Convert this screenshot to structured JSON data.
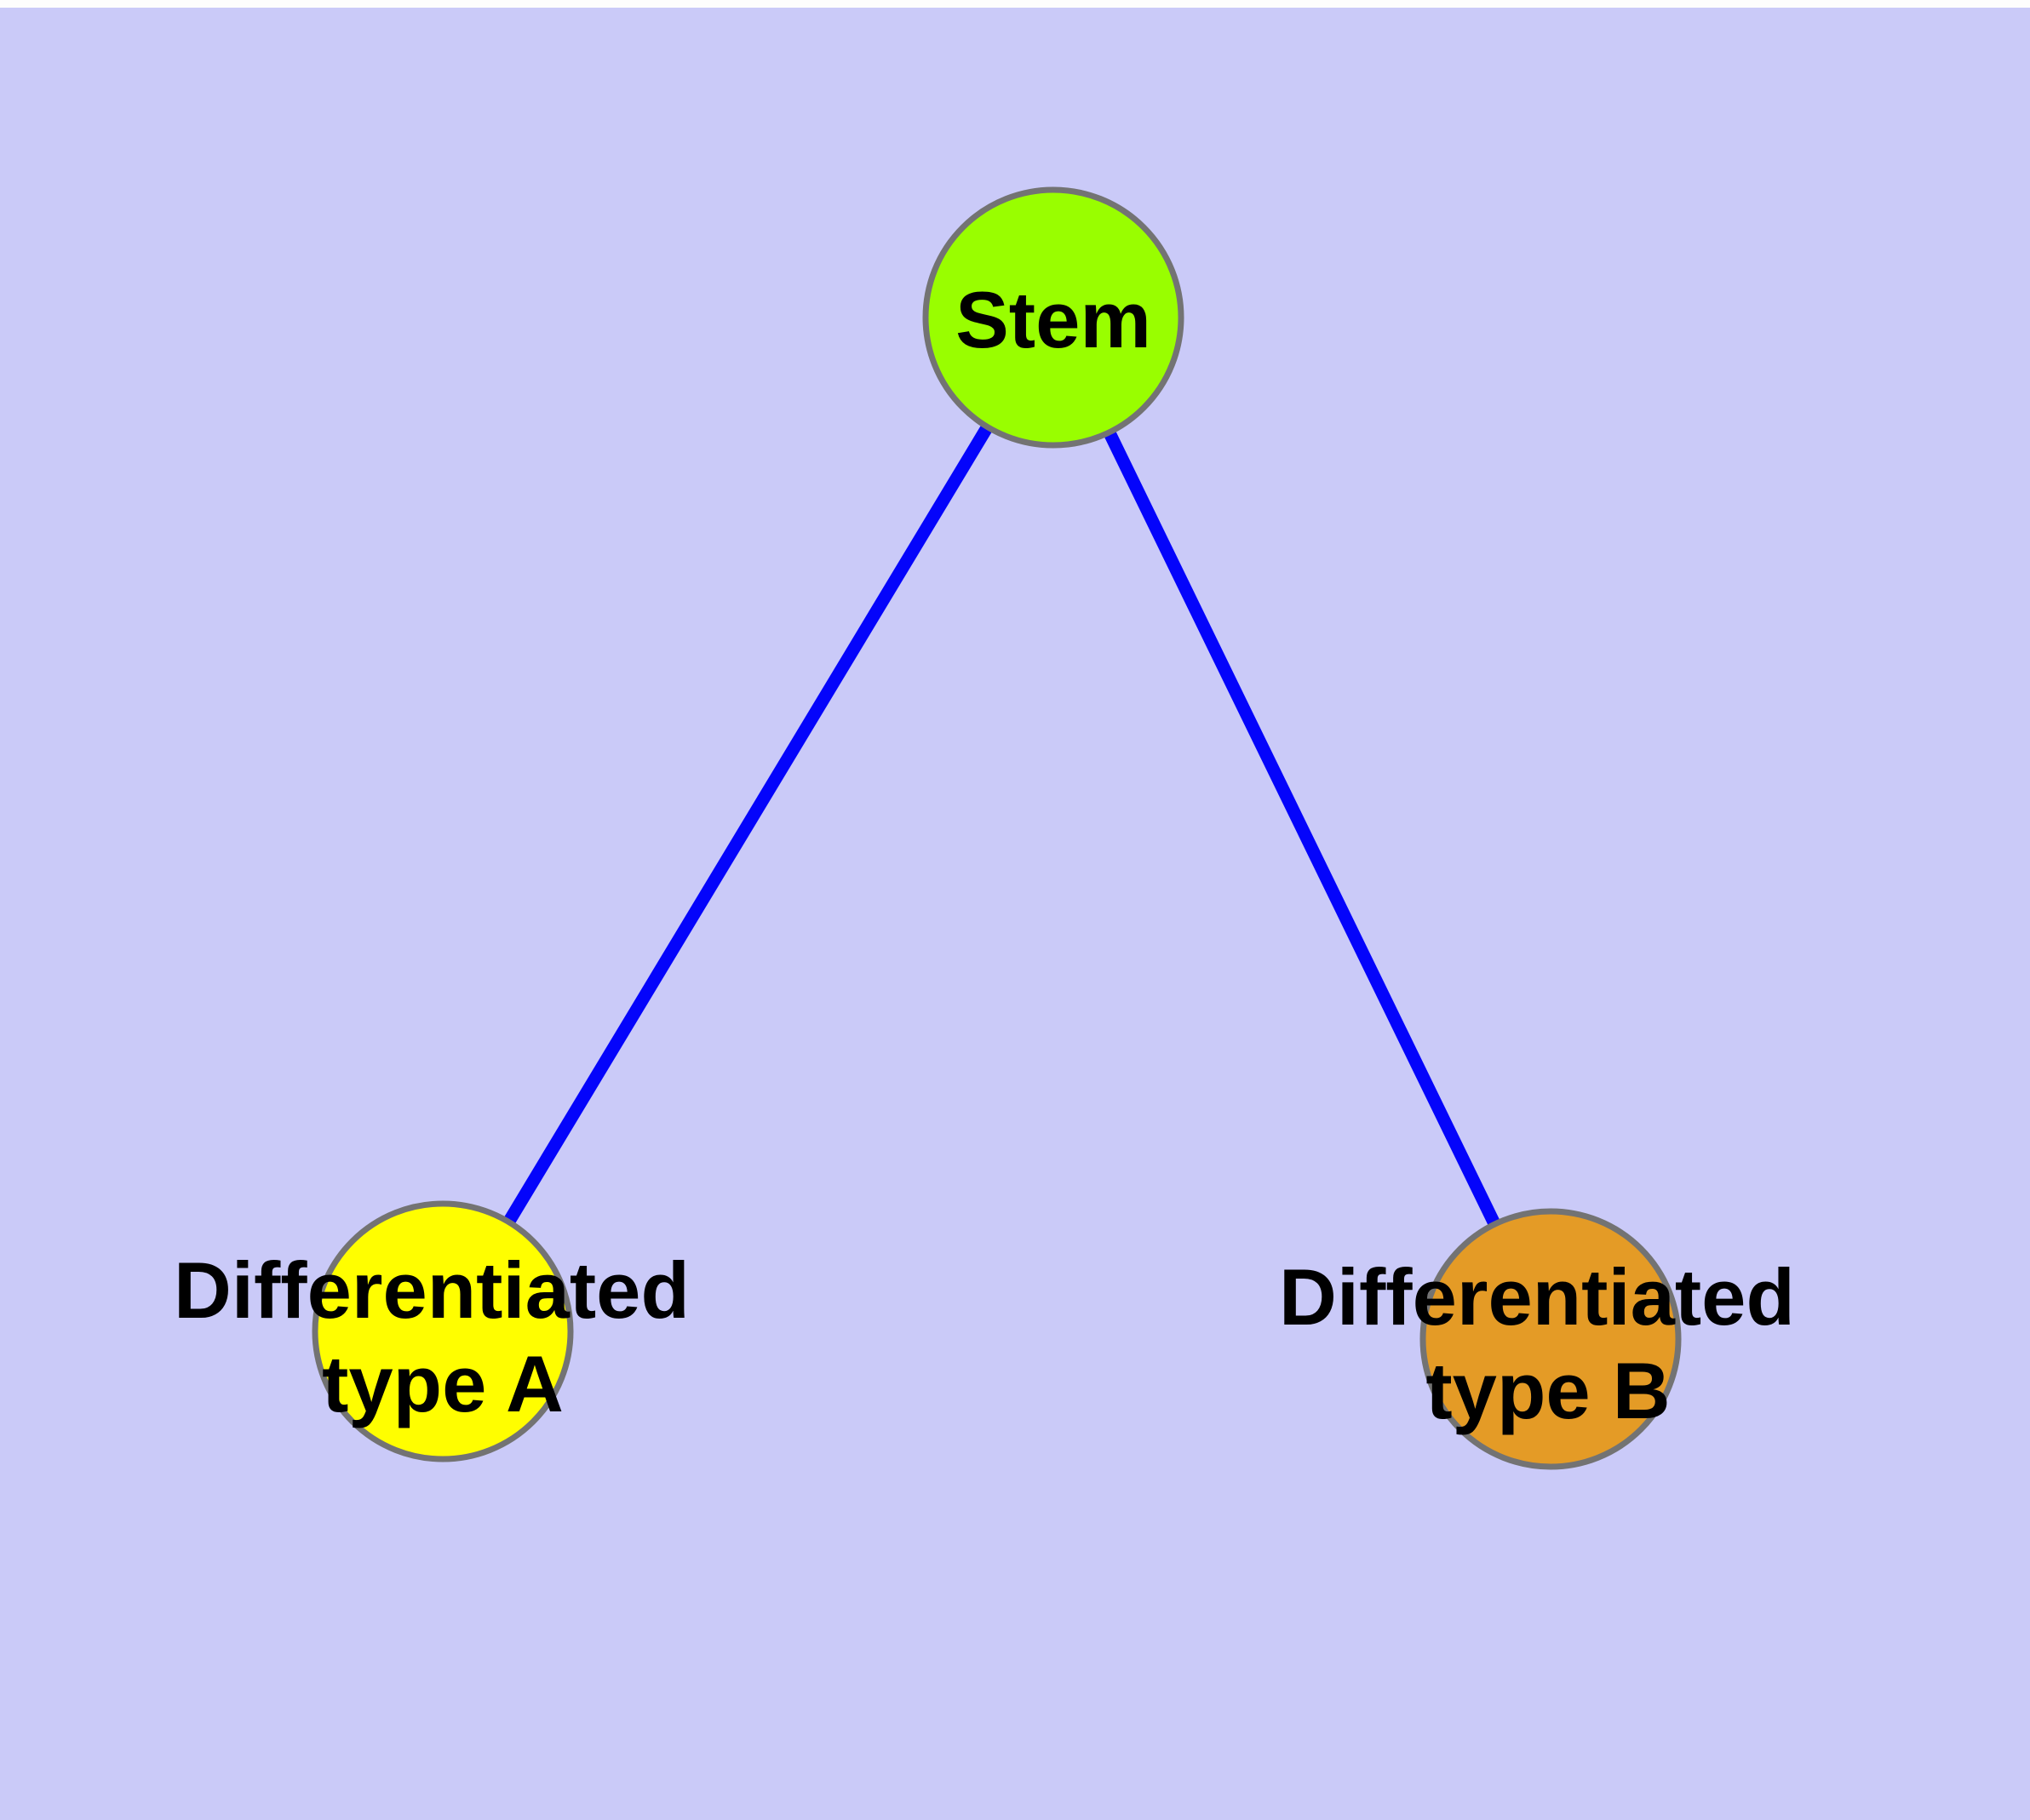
{
  "diagram": {
    "background_color": "#cacaf8",
    "top_margin_color": "#fdfdfd",
    "edge_color": "#0404fb",
    "node_border_color": "#737373",
    "label_color": "#000000",
    "nodes": [
      {
        "id": "stem",
        "label": "Stem",
        "fill": "#99fe00"
      },
      {
        "id": "differentiated-type-a",
        "label": "Differentiated type A",
        "label_line1": "Differentiated",
        "label_line2": "type A",
        "fill": "#fffe00"
      },
      {
        "id": "differentiated-type-b",
        "label": "Differentiated type B",
        "label_line1": "Differentiated",
        "label_line2": "type B",
        "fill": "#e49b26"
      }
    ],
    "edges": [
      {
        "from": "Stem",
        "to": "Differentiated type A"
      },
      {
        "from": "Stem",
        "to": "Differentiated type B"
      }
    ]
  }
}
